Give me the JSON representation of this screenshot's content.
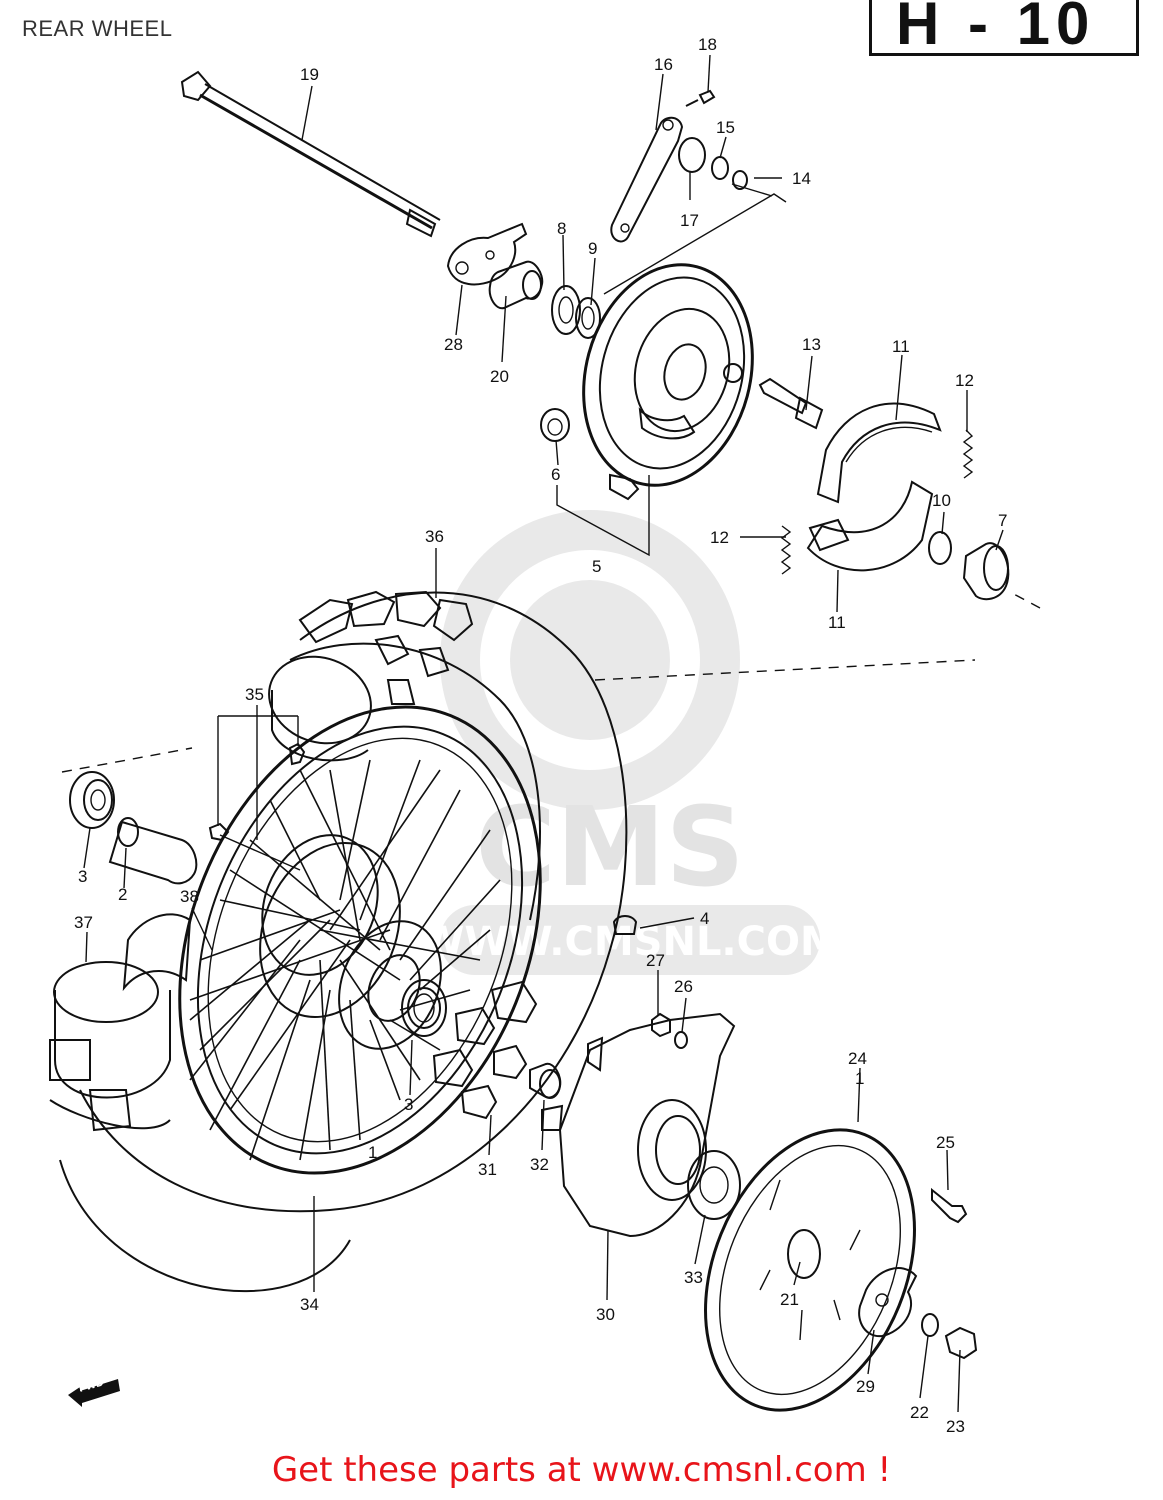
{
  "page": {
    "title": "REAR WHEEL",
    "section_code": "H - 10"
  },
  "watermark": {
    "text": "CMS",
    "url_text": "WWW.CMSNL.COM"
  },
  "fwd_marker": "FWD",
  "callouts": [
    {
      "id": "c1",
      "label": "1"
    },
    {
      "id": "c2",
      "label": "2"
    },
    {
      "id": "c3a",
      "label": "3"
    },
    {
      "id": "c3b",
      "label": "3"
    },
    {
      "id": "c4",
      "label": "4"
    },
    {
      "id": "c5",
      "label": "5"
    },
    {
      "id": "c6",
      "label": "6"
    },
    {
      "id": "c7",
      "label": "7"
    },
    {
      "id": "c8",
      "label": "8"
    },
    {
      "id": "c9",
      "label": "9"
    },
    {
      "id": "c10",
      "label": "10"
    },
    {
      "id": "c11a",
      "label": "11"
    },
    {
      "id": "c11b",
      "label": "11"
    },
    {
      "id": "c12a",
      "label": "12"
    },
    {
      "id": "c12b",
      "label": "12"
    },
    {
      "id": "c13",
      "label": "13"
    },
    {
      "id": "c14",
      "label": "14"
    },
    {
      "id": "c15",
      "label": "15"
    },
    {
      "id": "c16",
      "label": "16"
    },
    {
      "id": "c17",
      "label": "17"
    },
    {
      "id": "c18",
      "label": "18"
    },
    {
      "id": "c19",
      "label": "19"
    },
    {
      "id": "c20",
      "label": "20"
    },
    {
      "id": "c21",
      "label": "21"
    },
    {
      "id": "c22",
      "label": "22"
    },
    {
      "id": "c23",
      "label": "23"
    },
    {
      "id": "c24",
      "label": "24"
    },
    {
      "id": "c24b",
      "label": "1"
    },
    {
      "id": "c25",
      "label": "25"
    },
    {
      "id": "c26",
      "label": "26"
    },
    {
      "id": "c27",
      "label": "27"
    },
    {
      "id": "c28",
      "label": "28"
    },
    {
      "id": "c29",
      "label": "29"
    },
    {
      "id": "c30",
      "label": "30"
    },
    {
      "id": "c31",
      "label": "31"
    },
    {
      "id": "c32",
      "label": "32"
    },
    {
      "id": "c33",
      "label": "33"
    },
    {
      "id": "c34",
      "label": "34"
    },
    {
      "id": "c35",
      "label": "35"
    },
    {
      "id": "c36",
      "label": "36"
    },
    {
      "id": "c37",
      "label": "37"
    },
    {
      "id": "c38",
      "label": "38"
    }
  ],
  "footer": {
    "link_text": "Get these parts at www.cmsnl.com !"
  }
}
